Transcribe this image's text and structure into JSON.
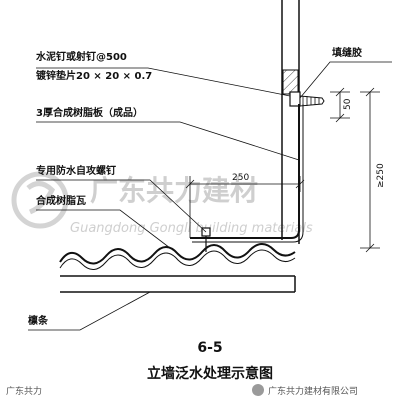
{
  "labels": {
    "nail": "水泥钉或射钉@500",
    "washer": "镀锌垫片20 × 20 × 0.7",
    "sealant": "填缝胶",
    "board": "3厚合成树脂板（成品）",
    "screw": "专用防水自攻螺钉",
    "tile": "合成树脂瓦",
    "purlin": "檩条"
  },
  "dimensions": {
    "d50": "50",
    "d250h": "250",
    "d250v": "≥250"
  },
  "title": {
    "number": "6-5",
    "caption": "立墙泛水处理示意图"
  },
  "watermark": {
    "cn": "广东共力建材",
    "en": "Guangdong Gongli building materials"
  },
  "footer": {
    "left": "广东共力",
    "right": "广东共力建材有限公司"
  }
}
